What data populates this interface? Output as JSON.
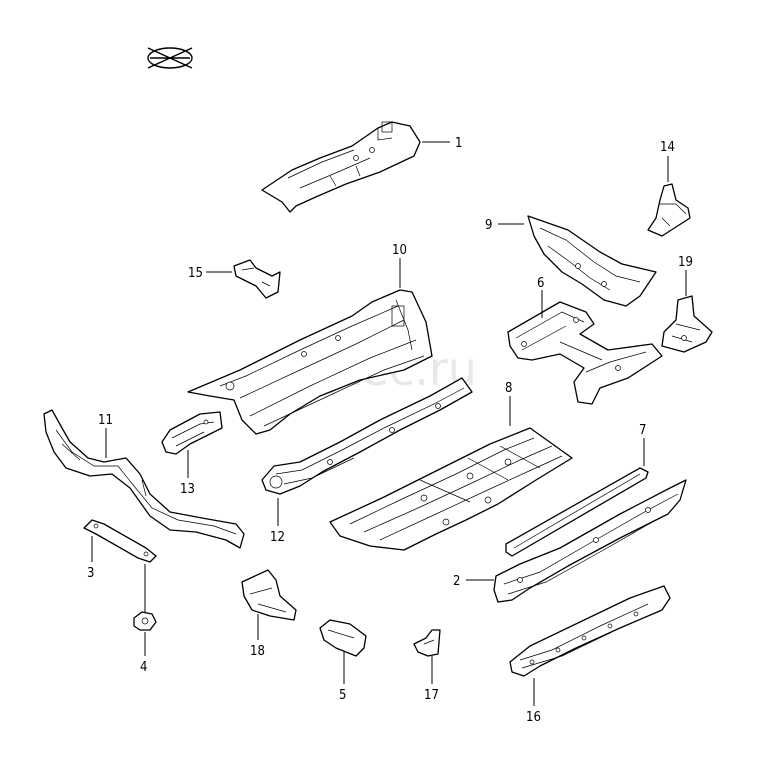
{
  "watermark": "vagtec.ru",
  "callouts": [
    {
      "id": "1",
      "label": "1"
    },
    {
      "id": "2",
      "label": "2"
    },
    {
      "id": "3",
      "label": "3"
    },
    {
      "id": "4",
      "label": "4"
    },
    {
      "id": "5",
      "label": "5"
    },
    {
      "id": "6",
      "label": "6"
    },
    {
      "id": "7",
      "label": "7"
    },
    {
      "id": "8",
      "label": "8"
    },
    {
      "id": "9",
      "label": "9"
    },
    {
      "id": "10",
      "label": "10"
    },
    {
      "id": "11",
      "label": "11"
    },
    {
      "id": "12",
      "label": "12"
    },
    {
      "id": "13",
      "label": "13"
    },
    {
      "id": "14",
      "label": "14"
    },
    {
      "id": "15",
      "label": "15"
    },
    {
      "id": "16",
      "label": "16"
    },
    {
      "id": "17",
      "label": "17"
    },
    {
      "id": "18",
      "label": "18"
    },
    {
      "id": "19",
      "label": "19"
    }
  ]
}
